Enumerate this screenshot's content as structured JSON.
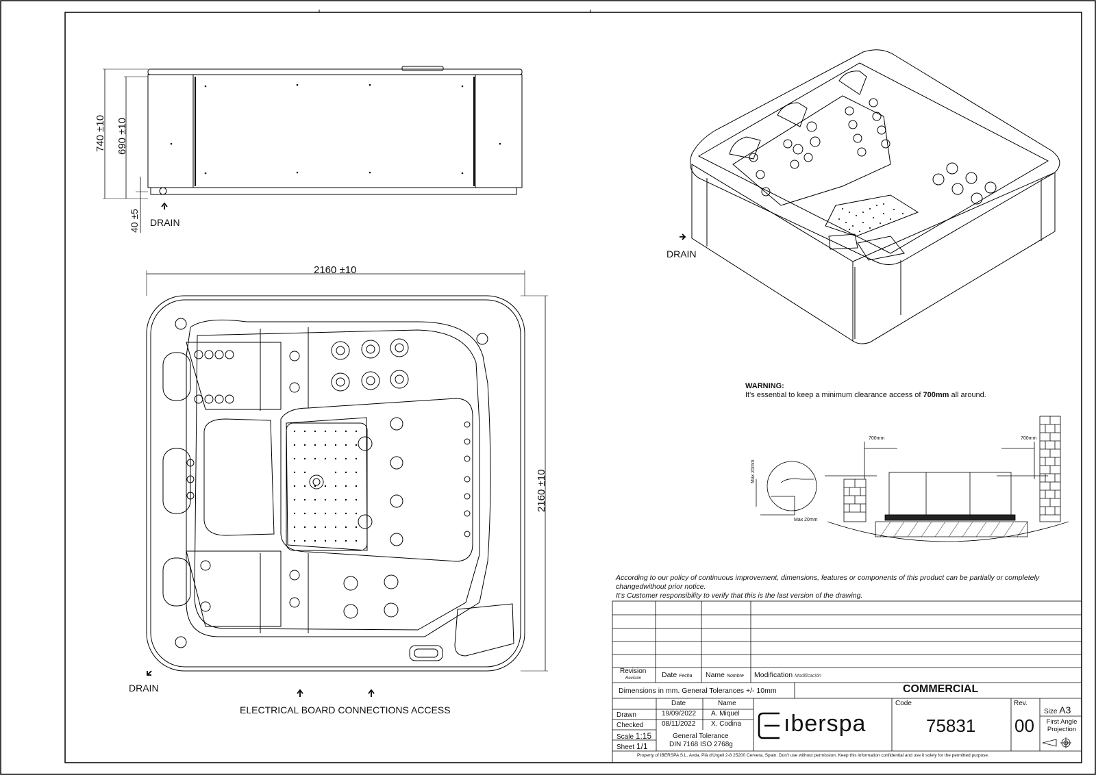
{
  "side_view": {
    "dim_total": "740 ±10",
    "dim_tub": "690 ±10",
    "dim_base": "40 ±5",
    "drain_label": "DRAIN"
  },
  "top_view": {
    "dim_width": "2160 ±10",
    "dim_height": "2160 ±10",
    "drain_label": "DRAIN",
    "electrical_label": "ELECTRICAL BOARD CONNECTIONS ACCESS"
  },
  "iso_view": {
    "drain_label": "DRAIN"
  },
  "warning": {
    "title": "WARNING:",
    "text_before": "It's essential to keep a minimum clearance access of ",
    "text_bold": "700mm",
    "text_after": " all around."
  },
  "clearance_detail": {
    "left_clearance": "700mm",
    "right_clearance": "700mm",
    "max_height": "Max 20mm",
    "max_width": "Max 20mm"
  },
  "policy": {
    "line1": "According to our policy of continuous improvement, dimensions, features or components of this product can be partially or completely changedwithout prior notice.",
    "line2": "It's Customer responsibility to verify that this is the last version of the drawing."
  },
  "title_block": {
    "revision_header": "Revision",
    "revision_sub": "Revisión",
    "date_header": "Date",
    "date_sub": "Fecha",
    "name_header": "Name",
    "name_sub": "Nombre",
    "modification_header": "Modification",
    "modification_sub": "Modificación",
    "dimensions_note": "Dimensions in mm. General Tolerances +/- 10mm",
    "commercial": "COMMERCIAL",
    "col_date": "Date",
    "col_name": "Name",
    "drawn_label": "Drawn",
    "drawn_date": "19/09/2022",
    "drawn_name": "A. Miquel",
    "checked_label": "Checked",
    "checked_date": "08/11/2022",
    "checked_name": "X. Codina",
    "scale_label": "Scale",
    "scale_value": "1:15",
    "sheet_label": "Sheet",
    "sheet_value": "1/1",
    "general_tolerance": "General Tolerance",
    "tolerance_standard": "DIN 7168 ISO 2768g",
    "brand": "ıberspa",
    "code_label": "Code",
    "code_value": "75831",
    "rev_label": "Rev.",
    "rev_value": "00",
    "size_label": "Size",
    "size_value": "A3",
    "projection": "First Angle Projection",
    "footer": "Property of IBERSPA S.L. Avda. Plà d'Urgell 2-8 25200 Cervera, Spain. Don't use without permission. Keep this information confidential and use it solely for the permitted purpose."
  }
}
